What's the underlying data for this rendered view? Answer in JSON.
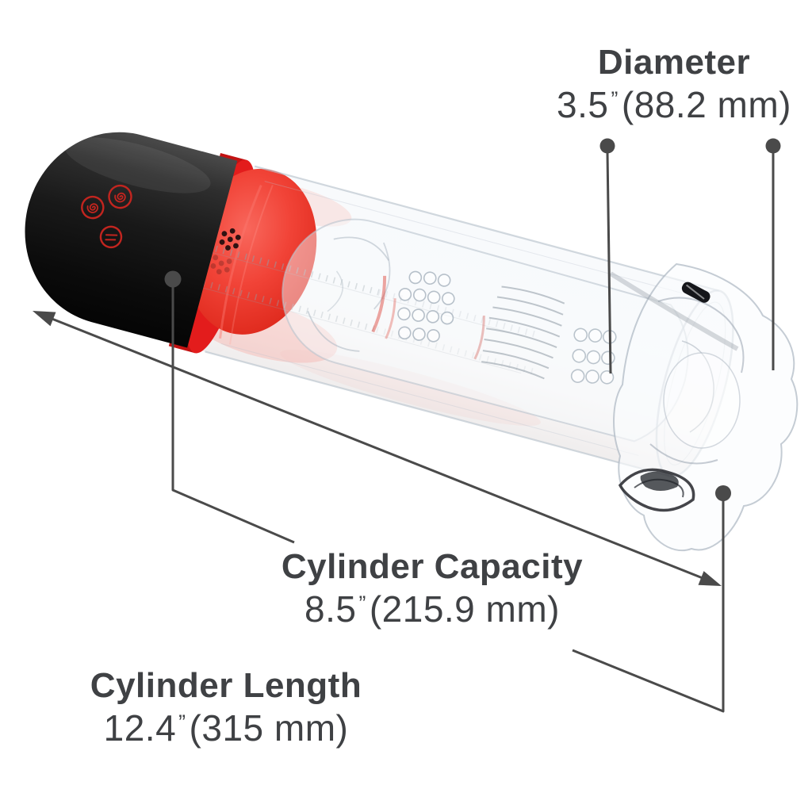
{
  "page": {
    "background": "#ffffff",
    "type": "product-dimension-diagram"
  },
  "annotations": {
    "diameter": {
      "label": "Diameter",
      "inches": "3.5",
      "inch_mark": "”",
      "metric": "(88.2 mm)"
    },
    "capacity": {
      "label": "Cylinder Capacity",
      "inches": "8.5",
      "inch_mark": "”",
      "metric": "(215.9 mm)"
    },
    "length": {
      "label": "Cylinder Length",
      "inches": "12.4",
      "inch_mark": "”",
      "metric": "(315 mm)"
    }
  },
  "device": {
    "description": "vacuum pump with black motor cap, red piston disc and transparent cylinder with textured inner sleeve",
    "colors": {
      "cap": "#1a1a1a",
      "accent_red": "#e31c1c",
      "disc_red": "#f14337",
      "button_ring": "#c2251f",
      "line": "#4a4a4a",
      "text": "#3f4144",
      "glass_edge": "#b8c2cc"
    },
    "buttons": [
      {
        "icon": "spiral"
      },
      {
        "icon": "spiral"
      },
      {
        "icon": "lines"
      }
    ],
    "features": [
      "suction-holes-dots",
      "measurement-scale-ticks",
      "ribbed-inner-sleeve",
      "bubble-texture",
      "star-shaped-opening"
    ]
  }
}
